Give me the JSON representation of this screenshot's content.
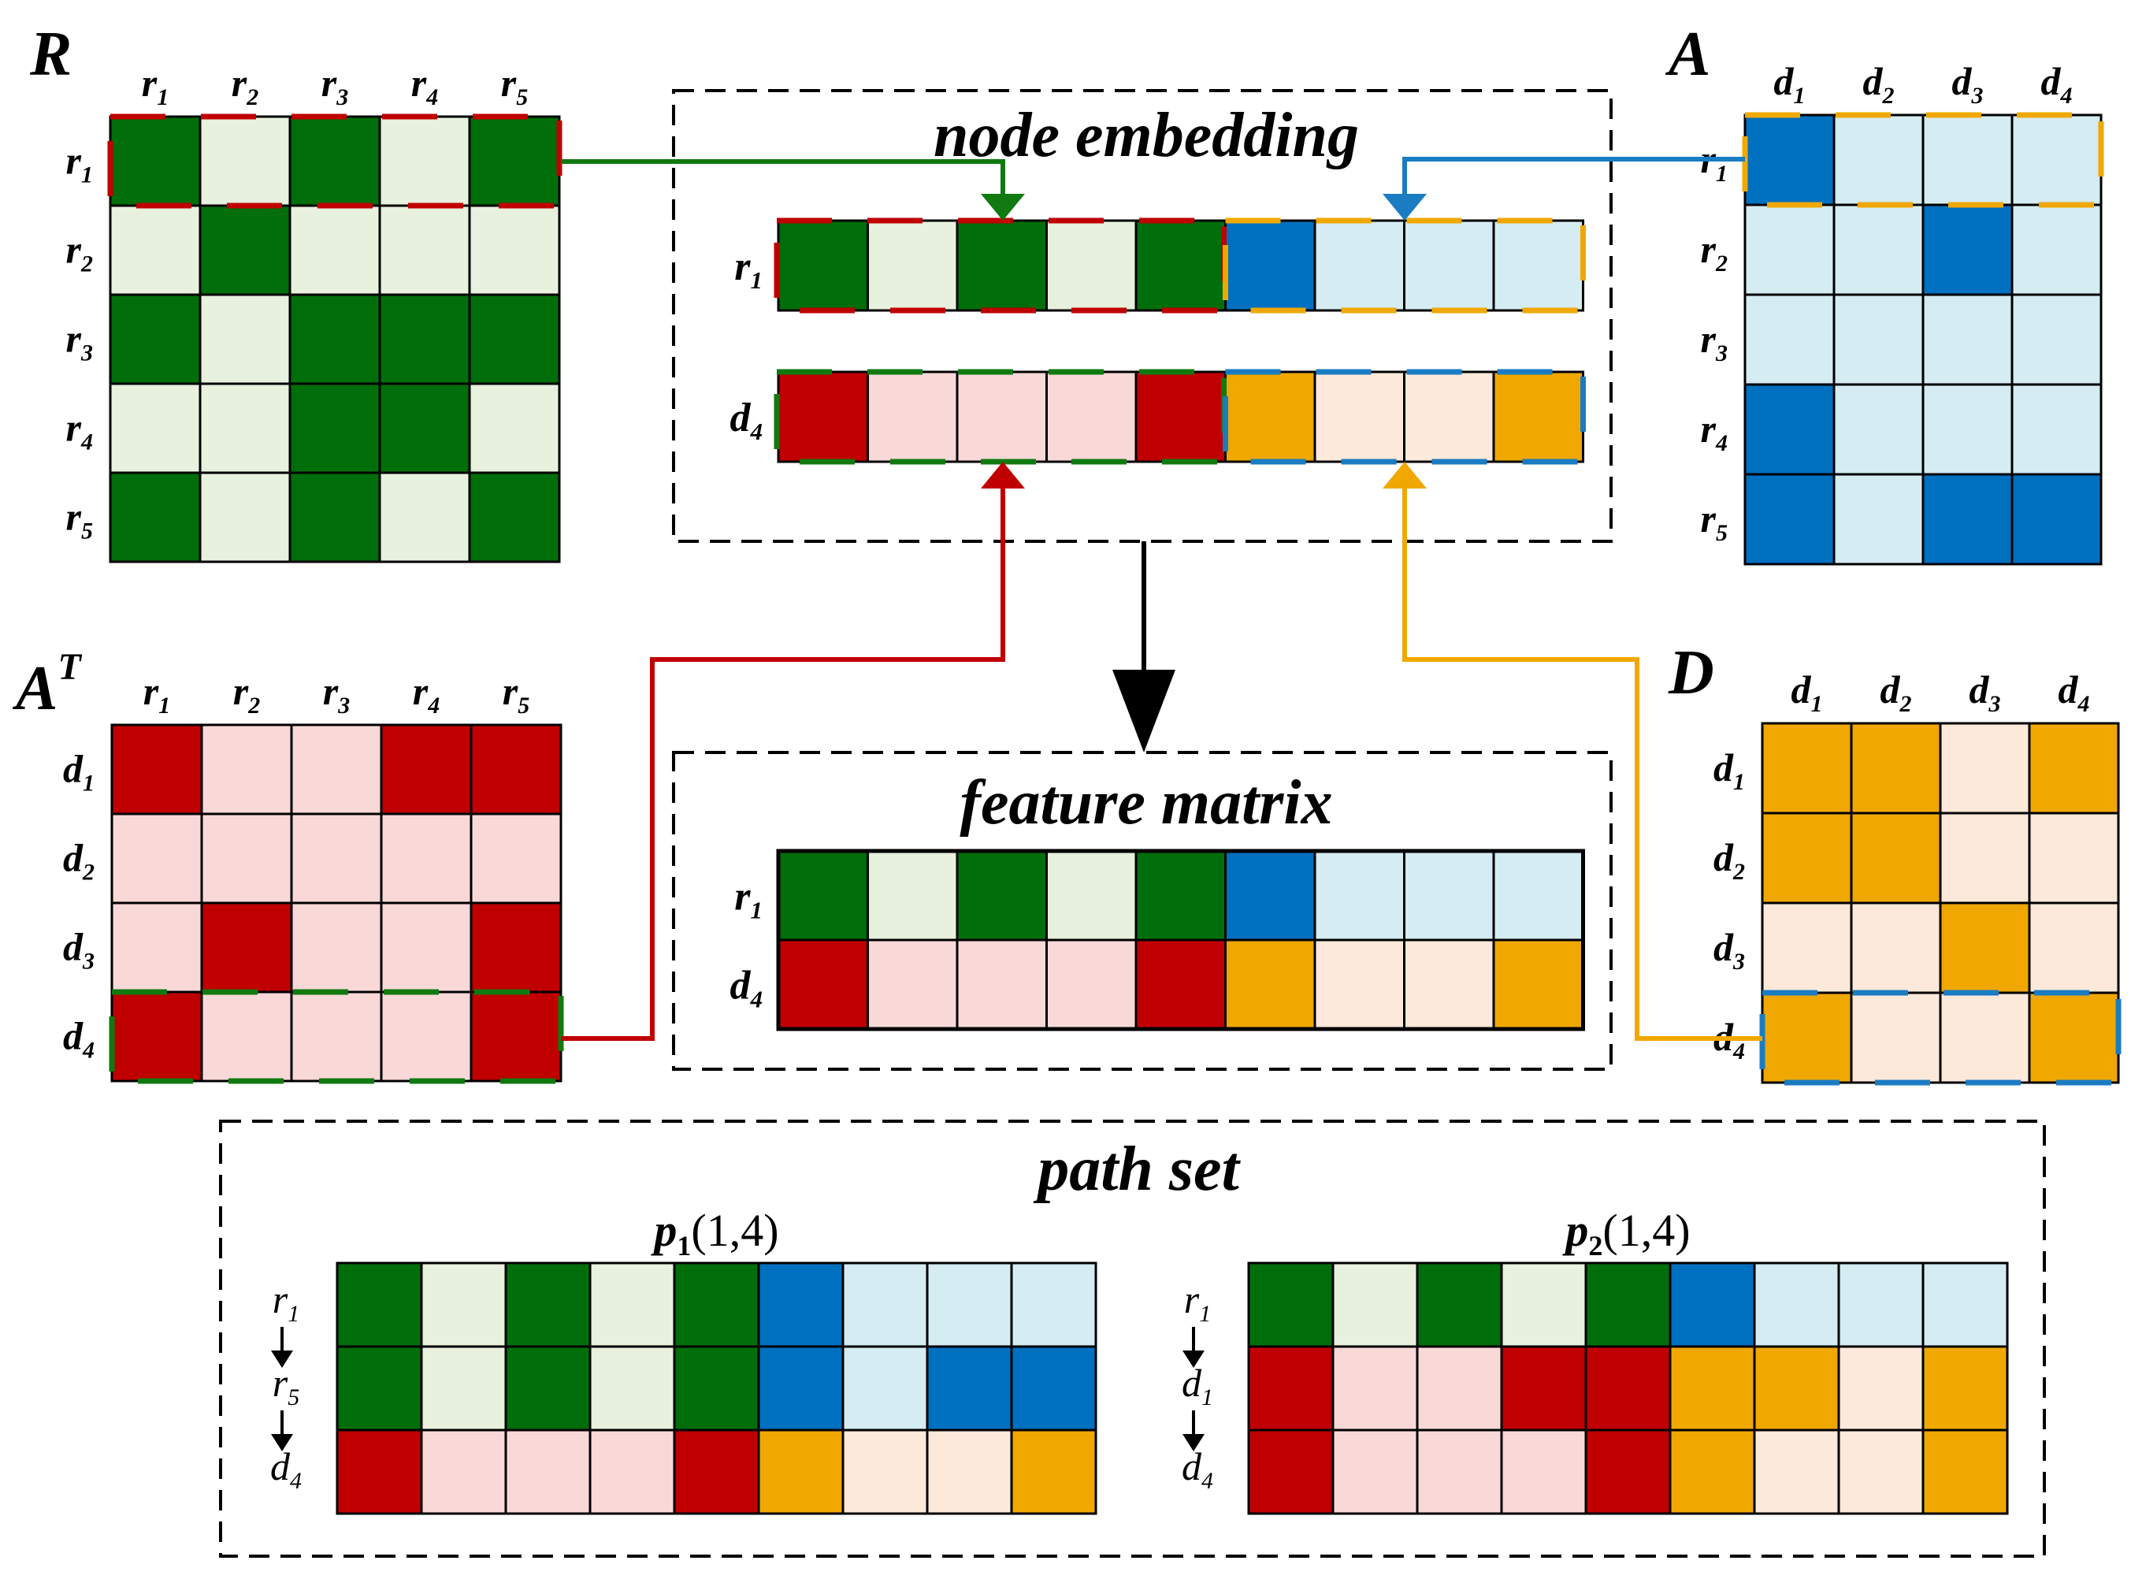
{
  "colors": {
    "green_on": "#006e0a",
    "green_off": "#e8f0de",
    "blue_on": "#0070c0",
    "blue_off": "#d4ecf2",
    "red_on": "#c00000",
    "red_off": "#f8d9d8",
    "orange_on": "#f0a800",
    "orange_off": "#fde9d9",
    "red_stroke": "#c00000",
    "green_stroke": "#107a10",
    "blue_stroke": "#1a7cc2",
    "orange_stroke": "#f0a800",
    "black": "#000000"
  },
  "matrices": {
    "R": {
      "title": "R",
      "col_labels": [
        [
          "r",
          "1"
        ],
        [
          "r",
          "2"
        ],
        [
          "r",
          "3"
        ],
        [
          "r",
          "4"
        ],
        [
          "r",
          "5"
        ]
      ],
      "row_labels": [
        [
          "r",
          "1"
        ],
        [
          "r",
          "2"
        ],
        [
          "r",
          "3"
        ],
        [
          "r",
          "4"
        ],
        [
          "r",
          "5"
        ]
      ],
      "values": [
        [
          1,
          0,
          1,
          0,
          1
        ],
        [
          0,
          1,
          0,
          0,
          0
        ],
        [
          1,
          0,
          1,
          1,
          1
        ],
        [
          0,
          0,
          1,
          1,
          0
        ],
        [
          1,
          0,
          1,
          0,
          1
        ]
      ]
    },
    "A": {
      "title": "A",
      "col_labels": [
        [
          "d",
          "1"
        ],
        [
          "d",
          "2"
        ],
        [
          "d",
          "3"
        ],
        [
          "d",
          "4"
        ]
      ],
      "row_labels": [
        [
          "r",
          "1"
        ],
        [
          "r",
          "2"
        ],
        [
          "r",
          "3"
        ],
        [
          "r",
          "4"
        ],
        [
          "r",
          "5"
        ]
      ],
      "values": [
        [
          1,
          0,
          0,
          0
        ],
        [
          0,
          0,
          1,
          0
        ],
        [
          0,
          0,
          0,
          0
        ],
        [
          1,
          0,
          0,
          0
        ],
        [
          1,
          0,
          1,
          1
        ]
      ]
    },
    "AT": {
      "title": "A",
      "title_sup": "T",
      "col_labels": [
        [
          "r",
          "1"
        ],
        [
          "r",
          "2"
        ],
        [
          "r",
          "3"
        ],
        [
          "r",
          "4"
        ],
        [
          "r",
          "5"
        ]
      ],
      "row_labels": [
        [
          "d",
          "1"
        ],
        [
          "d",
          "2"
        ],
        [
          "d",
          "3"
        ],
        [
          "d",
          "4"
        ]
      ],
      "values": [
        [
          1,
          0,
          0,
          1,
          1
        ],
        [
          0,
          0,
          0,
          0,
          0
        ],
        [
          0,
          1,
          0,
          0,
          1
        ],
        [
          1,
          0,
          0,
          0,
          1
        ]
      ]
    },
    "D": {
      "title": "D",
      "col_labels": [
        [
          "d",
          "1"
        ],
        [
          "d",
          "2"
        ],
        [
          "d",
          "3"
        ],
        [
          "d",
          "4"
        ]
      ],
      "row_labels": [
        [
          "d",
          "1"
        ],
        [
          "d",
          "2"
        ],
        [
          "d",
          "3"
        ],
        [
          "d",
          "4"
        ]
      ],
      "values": [
        [
          1,
          1,
          0,
          1
        ],
        [
          1,
          1,
          0,
          0
        ],
        [
          0,
          0,
          1,
          0
        ],
        [
          1,
          0,
          0,
          1
        ]
      ]
    }
  },
  "node_embedding": {
    "title": "node embedding",
    "rows": [
      {
        "label": [
          "r",
          "1"
        ],
        "left": [
          1,
          0,
          1,
          0,
          1
        ],
        "right": [
          1,
          0,
          0,
          0
        ]
      },
      {
        "label": [
          "d",
          "4"
        ],
        "left": [
          1,
          0,
          0,
          0,
          1
        ],
        "right": [
          1,
          0,
          0,
          1
        ]
      }
    ]
  },
  "feature_matrix": {
    "title": "feature matrix",
    "rows": [
      {
        "label": [
          "r",
          "1"
        ],
        "left": [
          1,
          0,
          1,
          0,
          1
        ],
        "right": [
          1,
          0,
          0,
          0
        ]
      },
      {
        "label": [
          "d",
          "4"
        ],
        "left": [
          1,
          0,
          0,
          0,
          1
        ],
        "right": [
          1,
          0,
          0,
          1
        ]
      }
    ]
  },
  "path_set": {
    "title": "path set",
    "paths": [
      {
        "name": "p",
        "sub": "1",
        "args": "(1,4)",
        "rows": [
          {
            "label": [
              "r",
              "1"
            ],
            "kind": "r",
            "left": [
              1,
              0,
              1,
              0,
              1
            ],
            "right": [
              1,
              0,
              0,
              0
            ]
          },
          {
            "label": [
              "r",
              "5"
            ],
            "kind": "r",
            "left": [
              1,
              0,
              1,
              0,
              1
            ],
            "right": [
              1,
              0,
              1,
              1
            ]
          },
          {
            "label": [
              "d",
              "4"
            ],
            "kind": "d",
            "left": [
              1,
              0,
              0,
              0,
              1
            ],
            "right": [
              1,
              0,
              0,
              1
            ]
          }
        ]
      },
      {
        "name": "p",
        "sub": "2",
        "args": "(1,4)",
        "rows": [
          {
            "label": [
              "r",
              "1"
            ],
            "kind": "r",
            "left": [
              1,
              0,
              1,
              0,
              1
            ],
            "right": [
              1,
              0,
              0,
              0
            ]
          },
          {
            "label": [
              "d",
              "1"
            ],
            "kind": "d",
            "left": [
              1,
              0,
              0,
              1,
              1
            ],
            "right": [
              1,
              1,
              0,
              1
            ]
          },
          {
            "label": [
              "d",
              "4"
            ],
            "kind": "d",
            "left": [
              1,
              0,
              0,
              0,
              1
            ],
            "right": [
              1,
              0,
              0,
              1
            ]
          }
        ]
      }
    ]
  }
}
